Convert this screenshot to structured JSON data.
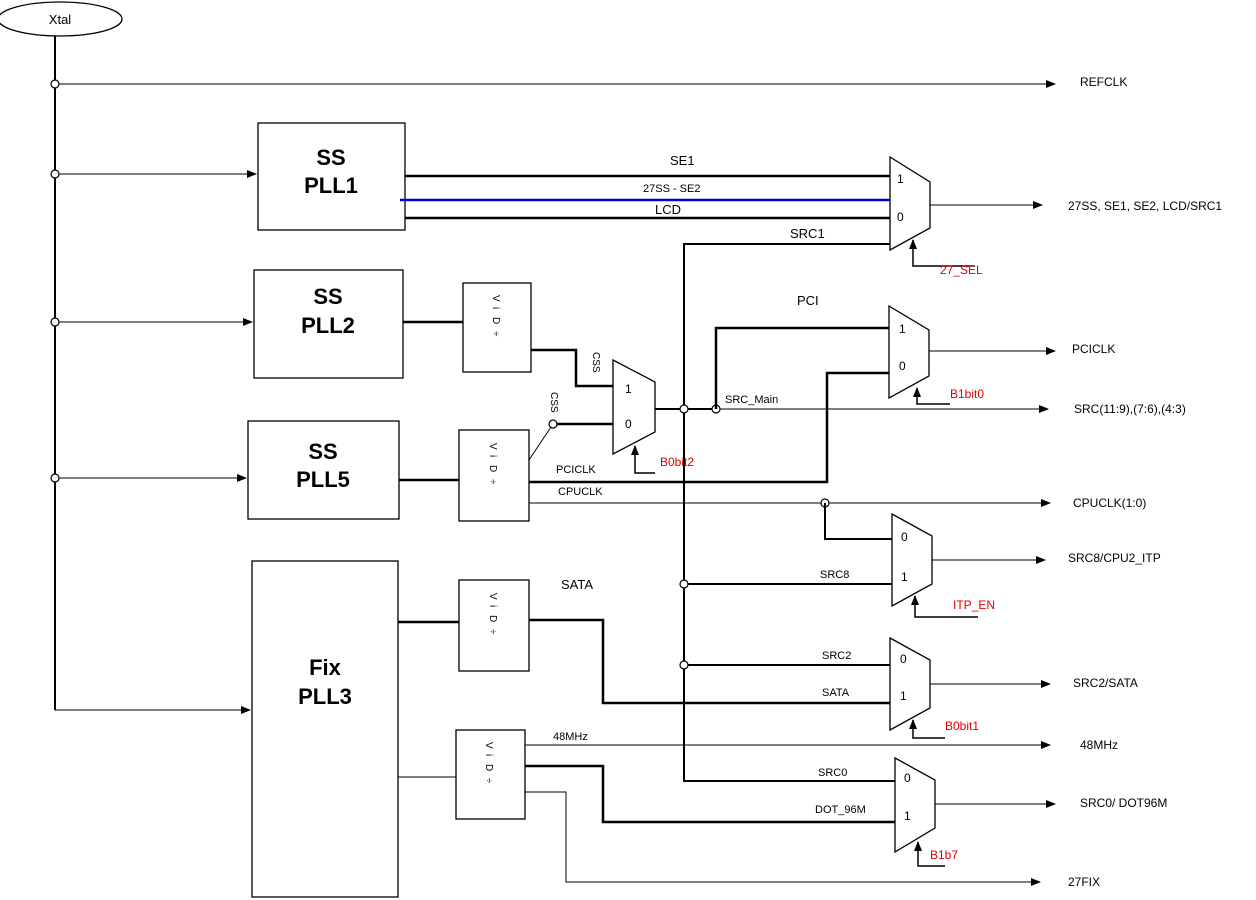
{
  "source": {
    "label": "Xtal"
  },
  "blocks": {
    "pll1": {
      "line1": "SS",
      "line2": "PLL1"
    },
    "pll2": {
      "line1": "SS",
      "line2": "PLL2"
    },
    "pll5": {
      "line1": "SS",
      "line2": "PLL5"
    },
    "pll3": {
      "line1": "Fix",
      "line2": "PLL3"
    }
  },
  "dividers": {
    "glyphs": [
      "÷",
      "D",
      "i",
      "V"
    ]
  },
  "mux_inputs": {
    "one": "1",
    "zero": "0"
  },
  "signals": {
    "se1": "SE1",
    "ss27_se2": "27SS - SE2",
    "lcd": "LCD",
    "src1": "SRC1",
    "pci": "PCI",
    "src_main": "SRC_Main",
    "pciclk": "PCICLK",
    "cpuclk": "CPUCLK",
    "sata_top": "SATA",
    "src8": "SRC8",
    "src2": "SRC2",
    "sata": "SATA",
    "mhz48": "48MHz",
    "src0": "SRC0",
    "dot96m": "DOT_96M",
    "css_a": "CSS",
    "css_b": "CSS"
  },
  "outputs": {
    "refclk": "REFCLK",
    "out27ss": "27SS, SE1, SE2, LCD/SRC1",
    "pciclk": "PCICLK",
    "src": "SRC(11:9),(7:6),(4:3)",
    "cpuclk": "CPUCLK(1:0)",
    "src8": "SRC8/CPU2_ITP",
    "src2": "SRC2/SATA",
    "mhz48": "48MHz",
    "src0": "SRC0/ DOT96M",
    "fix27": "27FIX"
  },
  "selects": {
    "sel27": "27_SEL",
    "b1bit0": "B1bit0",
    "b0bit2": "B0bit2",
    "itp_en": "ITP_EN",
    "b0bit1": "B0bit1",
    "b1b7": "B1b7"
  },
  "colors": {
    "line": "#000000",
    "blue_line": "#0000cc",
    "select_text": "#e00000"
  }
}
